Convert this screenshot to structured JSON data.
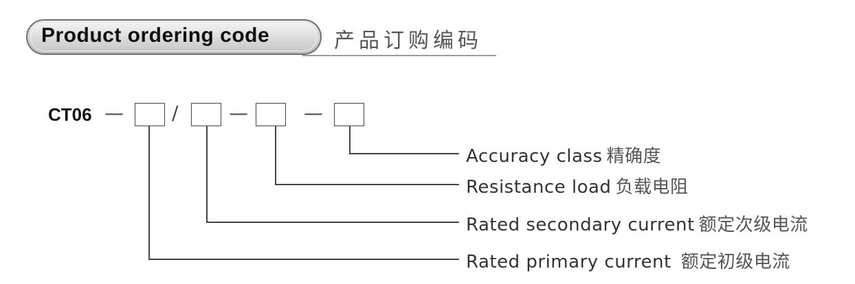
{
  "header": {
    "title_en": "Product ordering code",
    "title_zh": "产品订购编码"
  },
  "code": {
    "prefix": "CT06",
    "dash": "—",
    "slash": "/"
  },
  "fields": [
    {
      "en": "Accuracy class",
      "zh": "精确度"
    },
    {
      "en": "Resistance load",
      "zh": "负载电阻"
    },
    {
      "en": "Rated secondary current",
      "zh": "额定次级电流"
    },
    {
      "en": "Rated primary current",
      "zh": "额定初级电流"
    }
  ]
}
